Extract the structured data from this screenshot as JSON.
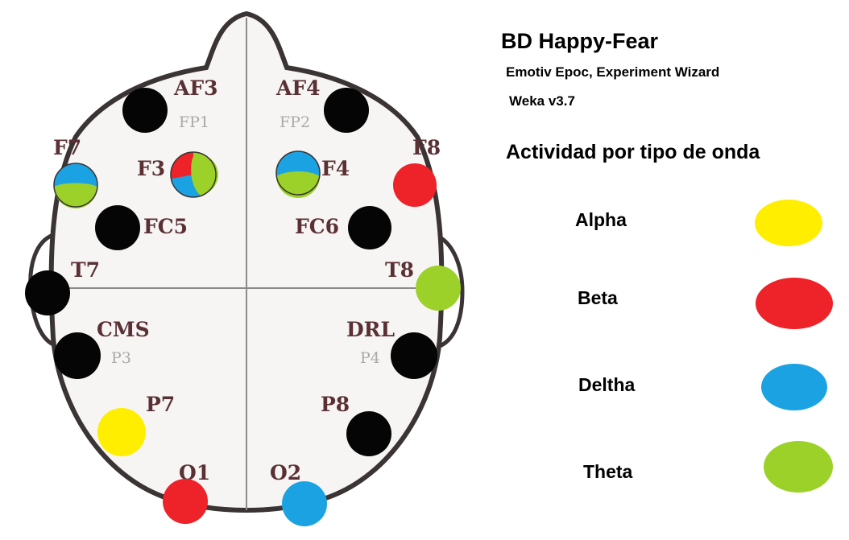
{
  "header": {
    "title": "BD Happy-Fear",
    "line1": "Emotiv Epoc, Experiment Wizard",
    "line2": "Weka v3.7"
  },
  "legend": {
    "heading": "Actividad por tipo de onda",
    "items": [
      {
        "label": "Alpha",
        "color": "#ffee00"
      },
      {
        "label": "Beta",
        "color": "#ee2229"
      },
      {
        "label": "Deltha",
        "color": "#1ba2e2"
      },
      {
        "label": "Theta",
        "color": "#9cd12a"
      }
    ]
  },
  "colors": {
    "alpha": "#ffee00",
    "beta": "#ee2229",
    "deltha": "#1ba2e2",
    "theta": "#9cd12a",
    "inactive": "#050505",
    "outline": "#3a3434",
    "label": "#5a3034",
    "sublabel": "#a9a9a9"
  },
  "electrodes": {
    "af3": {
      "label": "AF3",
      "sub": "FP1",
      "activity": "none"
    },
    "af4": {
      "label": "AF4",
      "sub": "FP2",
      "activity": "none"
    },
    "f7": {
      "label": "F7",
      "activity": "deltha-theta"
    },
    "f3": {
      "label": "F3",
      "activity": "beta-deltha-theta"
    },
    "f4": {
      "label": "F4",
      "activity": "deltha-theta"
    },
    "f8": {
      "label": "F8",
      "activity": "beta"
    },
    "fc5": {
      "label": "FC5",
      "activity": "none"
    },
    "fc6": {
      "label": "FC6",
      "activity": "none"
    },
    "t7": {
      "label": "T7",
      "activity": "none"
    },
    "t8": {
      "label": "T8",
      "activity": "theta"
    },
    "cms": {
      "label": "CMS",
      "sub": "P3",
      "activity": "none"
    },
    "drl": {
      "label": "DRL",
      "sub": "P4",
      "activity": "none"
    },
    "p7": {
      "label": "P7",
      "activity": "alpha"
    },
    "p8": {
      "label": "P8",
      "activity": "none"
    },
    "o1": {
      "label": "O1",
      "activity": "beta"
    },
    "o2": {
      "label": "O2",
      "activity": "deltha"
    }
  }
}
